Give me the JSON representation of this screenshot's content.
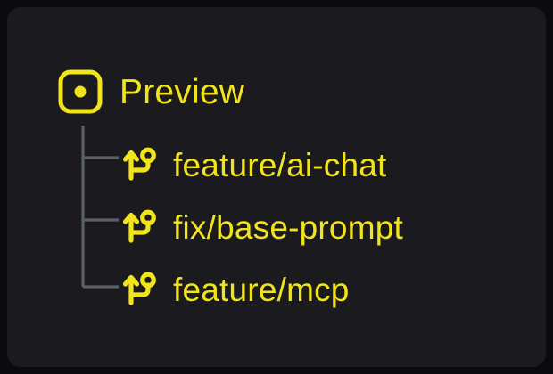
{
  "theme": {
    "page_background": "#0b0b0e",
    "card_background": "#1a1a1f",
    "accent": "#F2E41A",
    "guide_line": "#5a6068"
  },
  "root": {
    "label": "Preview",
    "icon": "preview-square-dot-icon"
  },
  "branches": [
    {
      "label": "feature/ai-chat",
      "icon": "git-branch-icon"
    },
    {
      "label": "fix/base-prompt",
      "icon": "git-branch-icon"
    },
    {
      "label": "feature/mcp",
      "icon": "git-branch-icon"
    }
  ]
}
